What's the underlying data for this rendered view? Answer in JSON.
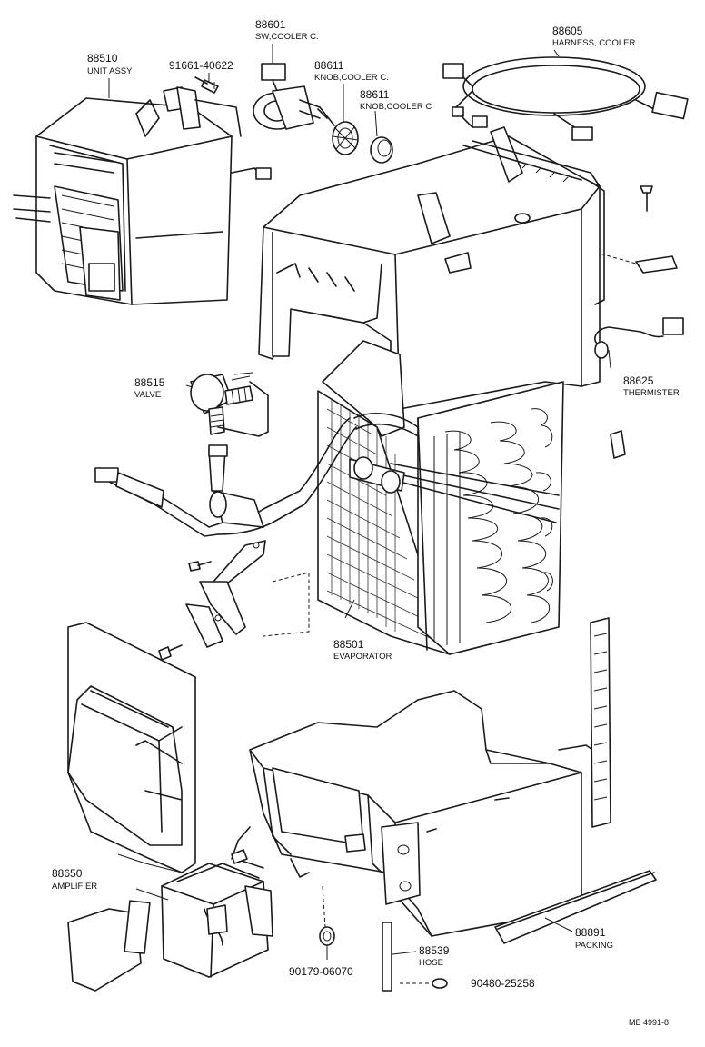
{
  "parts": {
    "p88601": {
      "number": "88601",
      "name": "SW,COOLER C."
    },
    "p88605": {
      "number": "88605",
      "name": "HARNESS, COOLER"
    },
    "p88510": {
      "number": "88510",
      "name": "UNIT ASSY"
    },
    "p91661": {
      "number": "91661-40622"
    },
    "p88611a": {
      "number": "88611",
      "name": "KNOB,COOLER C."
    },
    "p88611b": {
      "number": "88611",
      "name": "KNOB,COOLER C"
    },
    "p88515": {
      "number": "88515",
      "name": "VALVE"
    },
    "p88625": {
      "number": "88625",
      "name": "THERMISTER"
    },
    "p88501": {
      "number": "88501",
      "name": "EVAPORATOR"
    },
    "p88650": {
      "number": "88650",
      "name": "AMPLIFIER"
    },
    "p88891": {
      "number": "88891",
      "name": "PACKING"
    },
    "p88539": {
      "number": "88539",
      "name": "HOSE"
    },
    "p90179": {
      "number": "90179-06070"
    },
    "p90480": {
      "number": "90480-25258"
    }
  },
  "reference": "ME 4991-8"
}
